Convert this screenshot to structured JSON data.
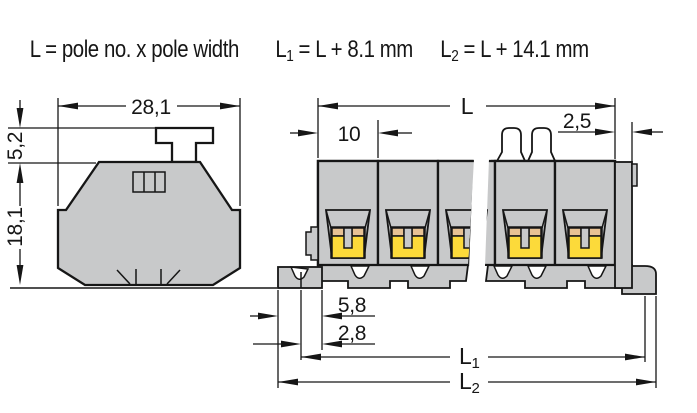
{
  "header": {
    "formula_pole": "L = pole no. x pole width",
    "l1": {
      "base": "L",
      "sub": "1",
      "rest": "= L + 8.1 mm"
    },
    "l2": {
      "base": "L",
      "sub": "2",
      "rest": "= L + 14.1 mm"
    }
  },
  "side_view": {
    "width": "28,1",
    "lever_height": "5,2",
    "body_height": "18,1"
  },
  "front_view": {
    "length_label": "L",
    "pole_width": "10",
    "end_offset": "2,5",
    "foot_width": "5,8",
    "foot_offset": "2,8",
    "l1": {
      "base": "L",
      "sub": "1"
    },
    "l2": {
      "base": "L",
      "sub": "2"
    }
  },
  "colors": {
    "housing": "#c8c9ca",
    "terminal_yellow": "#fcda3a",
    "contact_tan": "#e8c294",
    "lever_white": "#ffffff",
    "line": "#161616"
  }
}
